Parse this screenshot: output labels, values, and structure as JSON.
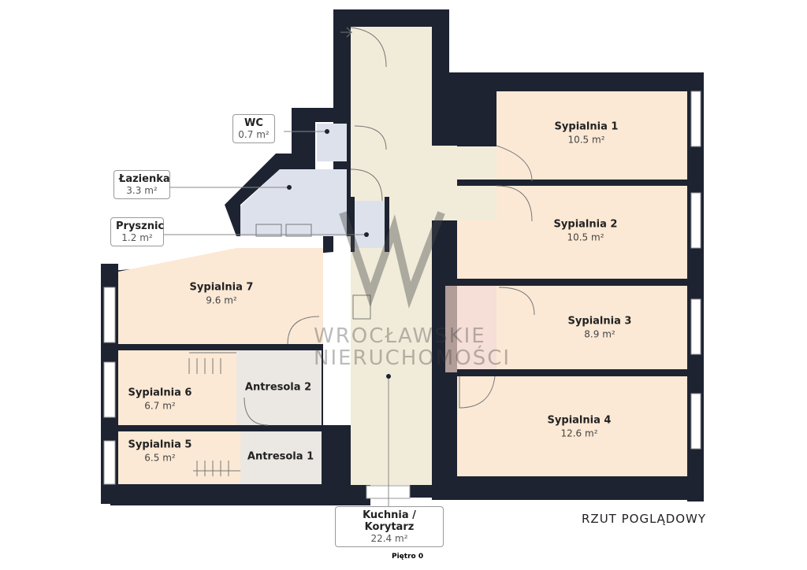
{
  "rooms": {
    "sypialnia1": {
      "name": "Sypialnia 1",
      "area": "10.5 m²"
    },
    "sypialnia2": {
      "name": "Sypialnia 2",
      "area": "10.5 m²"
    },
    "sypialnia3": {
      "name": "Sypialnia 3",
      "area": "8.9 m²"
    },
    "sypialnia4": {
      "name": "Sypialnia 4",
      "area": "12.6 m²"
    },
    "sypialnia5": {
      "name": "Sypialnia 5",
      "area": "6.5 m²"
    },
    "sypialnia6": {
      "name": "Sypialnia 6",
      "area": "6.7 m²"
    },
    "sypialnia7": {
      "name": "Sypialnia 7",
      "area": "9.6 m²"
    },
    "antresola1": {
      "name": "Antresola 1"
    },
    "antresola2": {
      "name": "Antresola 2"
    },
    "wc": {
      "name": "WC",
      "area": "0.7 m²"
    },
    "lazienka": {
      "name": "Łazienka",
      "area": "3.3 m²"
    },
    "prysznic": {
      "name": "Prysznic",
      "area": "1.2 m²"
    },
    "kuchnia": {
      "name": "Kuchnia / Korytarz",
      "area": "22.4 m²"
    }
  },
  "watermark": {
    "line1": "WROCŁAWSKIE",
    "line2": "NIERUCHOMOŚCI"
  },
  "plan_title": "RZUT  POGLĄDOWY",
  "floor_label": "Piętro 0",
  "colors": {
    "wall": "#1d2331",
    "corridor": "#f1ecd9",
    "bedroom": "#fbe9d5",
    "bath": "#dde1ec",
    "mezzanine": "#ebe7e3"
  }
}
